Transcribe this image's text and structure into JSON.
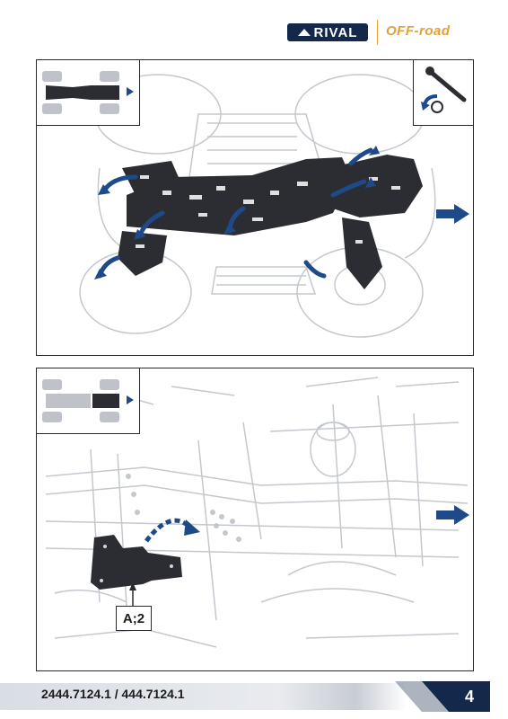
{
  "header": {
    "brand_primary": "RIVAL",
    "brand_secondary": "OFF-road",
    "brand_color": "#14284b",
    "accent_color": "#e3a03a"
  },
  "top_panel": {
    "view_icon": "atv-underside-full-icon",
    "tool_icon": "socket-wrench-icon"
  },
  "bottom_panel": {
    "view_icon": "atv-underside-rear-icon",
    "callout_label": "A;2"
  },
  "footer": {
    "part_number": "2444.7124.1 / 444.7124.1",
    "page_number": "4"
  },
  "colors": {
    "arrow": "#1e4a8a",
    "plate": "#2b2d33",
    "outline": "#bfc3c9"
  }
}
